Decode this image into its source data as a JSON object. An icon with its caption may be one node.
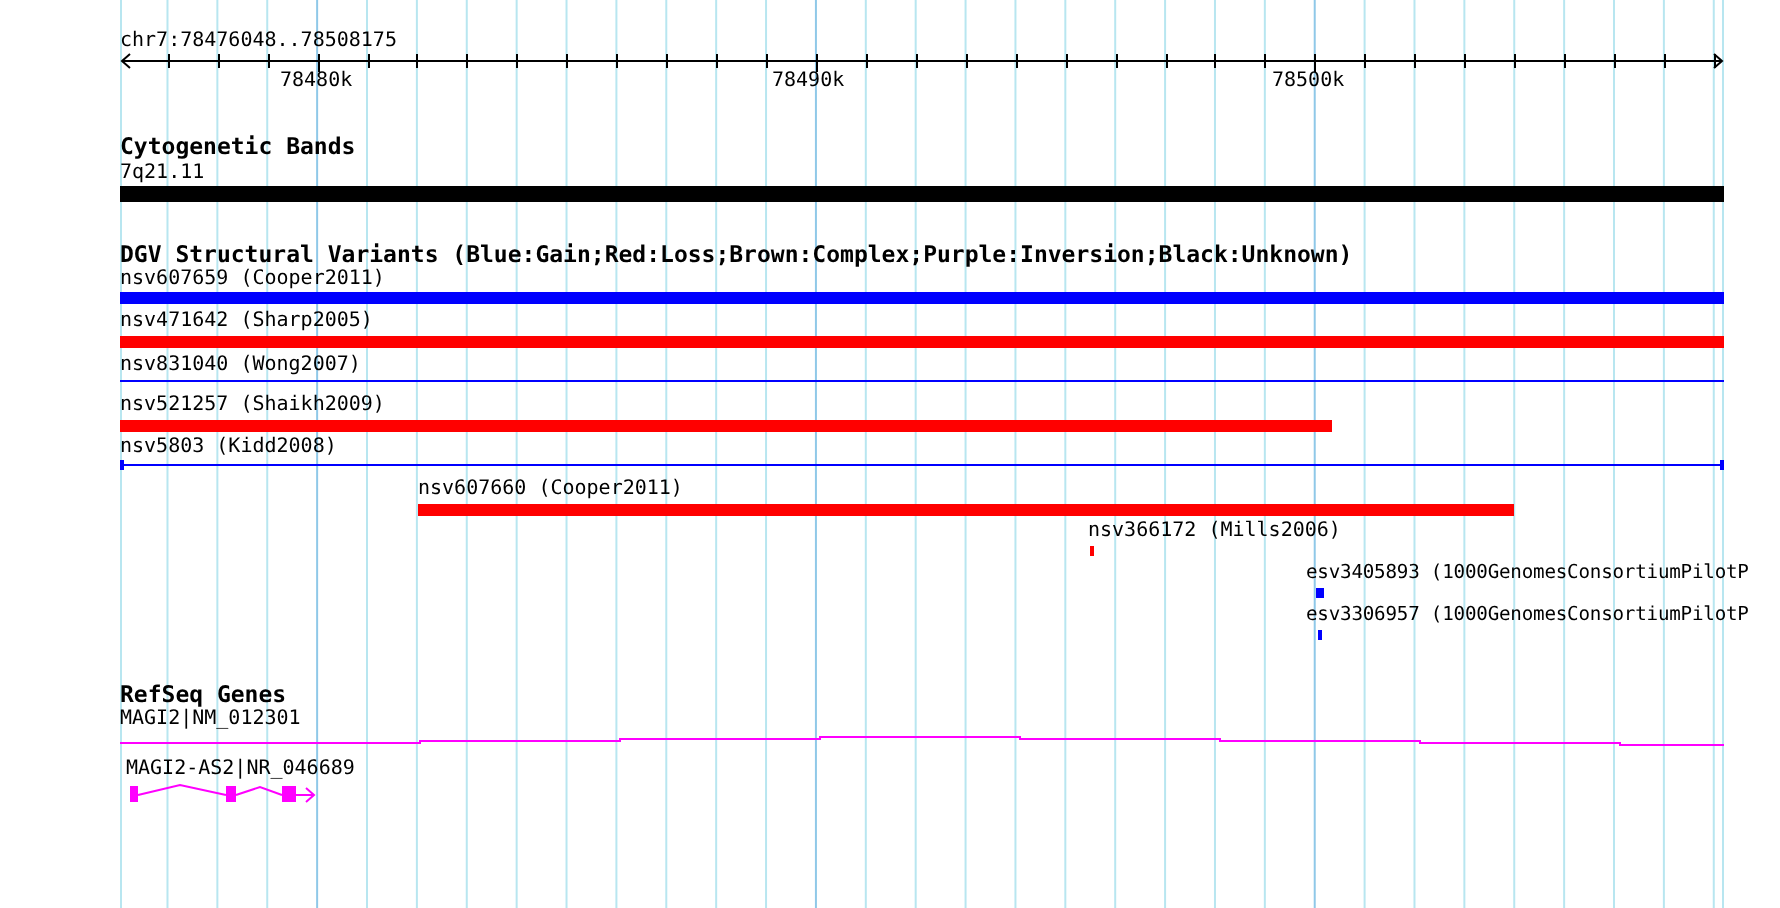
{
  "diagram": {
    "nodes": [
      {
        "text": [
          "7q21.11"
        ]
      },
      {
        "text": [
          "nsv607659 (Cooper2011)"
        ]
      },
      {
        "text": [
          "nsv471642 (Sharp2005)"
        ]
      },
      {
        "text": [
          "nsv831040 (Wong2007)"
        ]
      },
      {
        "text": [
          "nsv521257 (Shaikh2009)"
        ]
      },
      {
        "text": [
          "nsv5803 (Kidd2008)"
        ]
      },
      {
        "text": [
          "nsv607660 (Cooper2011)"
        ]
      },
      {
        "text": [
          "nsv366172 (Mills2006)"
        ]
      },
      {
        "text": [
          "esv3405893 (1000GenomesConsortiumPilotP"
        ]
      },
      {
        "text": [
          "esv3306957 (1000GenomesConsortiumPilotP"
        ]
      },
      {
        "text": [
          "MAGI2|NM_012301"
        ]
      },
      {
        "text": [
          "MAGI2-AS2|NR_046689"
        ]
      }
    ],
    "labels": [
      "chr7:78476048..78508175",
      "78480k",
      "78490k",
      "78500k",
      "Cytogenetic Bands",
      "DGV Structural Variants (Blue:Gain;Red:Loss;Brown:Complex;Purple:Inversion;Black:Unknown)",
      "RefSeq Genes"
    ]
  }
}
